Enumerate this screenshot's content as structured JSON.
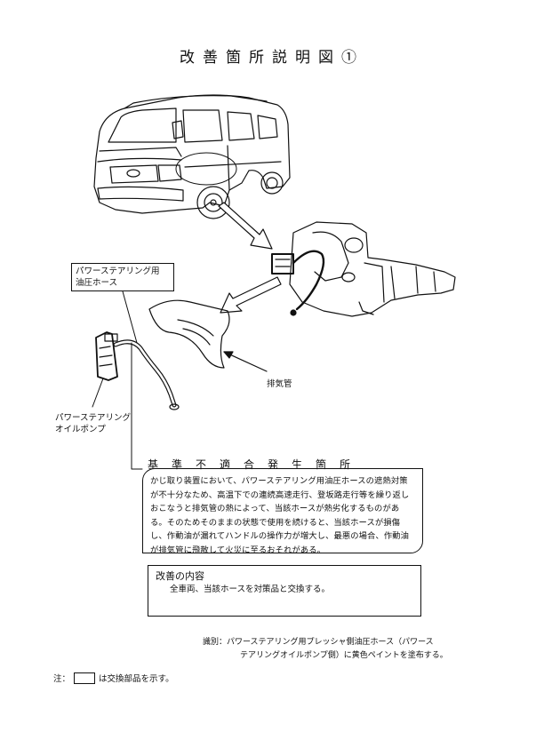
{
  "document": {
    "title": "改善箇所説明図①"
  },
  "callouts": {
    "hose_label": "パワーステアリング用\n油圧ホース",
    "pump_label": "パワーステアリング\nオイルポンプ",
    "exhaust_label": "排気管"
  },
  "defect": {
    "heading": "基準不適合発生箇所",
    "text": "かじ取り装置において、パワーステアリング用油圧ホースの遮熱対策が不十分なため、高温下での連続高速走行、登坂路走行等を繰り返しおこなうと排気管の熱によって、当該ホースが熱劣化するものがある。そのためそのままの状態で使用を続けると、当該ホースが損傷し、作動油が漏れてハンドルの操作力が増大し、最悪の場合、作動油が排気管に飛散して火災に至るおそれがある。"
  },
  "remedy": {
    "heading": "改善の内容",
    "text": "全車両、当該ホースを対策品と交換する。"
  },
  "identification": {
    "line1": "識別：パワーステアリング用プレッシャ側油圧ホース（パワース",
    "line2": "テアリングオイルポンプ側）に黄色ペイントを塗布する。"
  },
  "note": {
    "prefix": "注：",
    "suffix": "は交換部品を示す。"
  }
}
